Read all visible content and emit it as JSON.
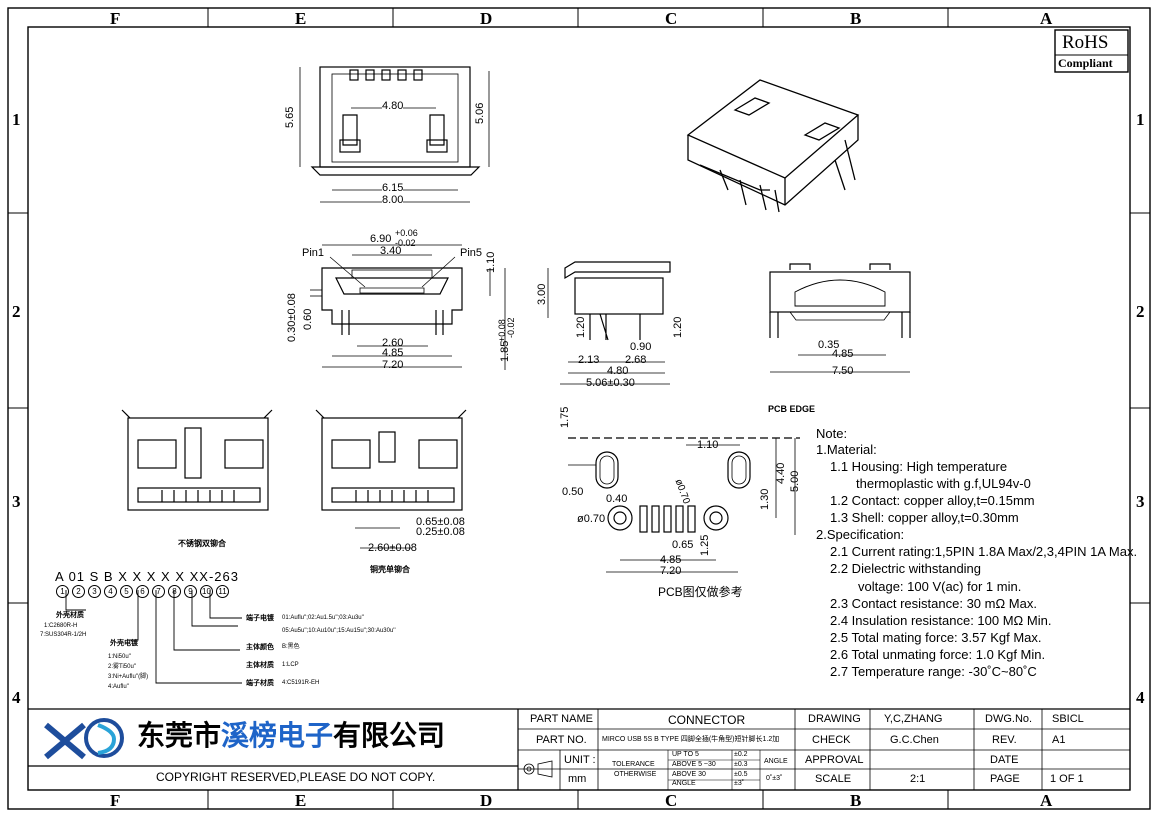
{
  "zones": {
    "columns": [
      "F",
      "E",
      "D",
      "C",
      "B",
      "A"
    ],
    "rows": [
      "1",
      "2",
      "3",
      "4"
    ]
  },
  "rohs": {
    "line1": "RoHS",
    "line2": "Compliant"
  },
  "dims_top_view": {
    "inner_width": "4.80",
    "width_615": "6.15",
    "width_800": "8.00",
    "height_565": "5.65",
    "height_506": "5.06"
  },
  "dims_front_view": {
    "width_690": "6.90",
    "tol_690_plus": "+0.06",
    "tol_690_minus": "-0.02",
    "width_340": "3.40",
    "pin1": "Pin1",
    "pin5": "Pin5",
    "height_110": "1.10",
    "thick_030": "0.30±0.08",
    "height_060": "0.60",
    "width_260": "2.60",
    "width_485": "4.85",
    "width_720": "7.20",
    "height_185": "1.85",
    "tol_185_plus": "+0.08",
    "tol_185_minus": "-0.02"
  },
  "dims_side_view": {
    "height_300": "3.00",
    "height_120a": "1.20",
    "height_120b": "1.20",
    "width_213": "2.13",
    "width_268": "2.68",
    "width_090": "0.90",
    "width_480": "4.80",
    "width_506": "5.06±0.30"
  },
  "dims_rear_view": {
    "width_035": "0.35",
    "width_485": "4.85",
    "width_750": "7.50"
  },
  "dims_bottom_view": {
    "pitch_065": "0.65±0.08",
    "pad_025": "0.25±0.08",
    "width_260": "2.60±0.08",
    "label_left": "不锈钢双铆合",
    "label_right": "铜壳单铆合"
  },
  "pcb_layout": {
    "edge": "PCB EDGE",
    "height_175": "1.75",
    "width_110": "1.10",
    "slot_050": "0.50",
    "pad_040": "0.40",
    "hole_070a": "ø0.70",
    "hole_070b": "ø0.70",
    "height_130": "1.30",
    "height_440": "4.40",
    "height_500": "5.00",
    "pitch_065": "0.65",
    "height_125": "1.25",
    "width_485": "4.85",
    "width_720": "7.20",
    "caption": "PCB图仅做参考"
  },
  "part_code": {
    "code": "A 01 S B X X X X X XX-263",
    "circles": [
      "1",
      "2",
      "3",
      "4",
      "5",
      "6",
      "7",
      "8",
      "9",
      "10",
      "11"
    ],
    "entries": [
      {
        "head": "外壳材质",
        "lines": [
          "1:C2680R-H",
          "7:SUS304R-1/2H"
        ]
      },
      {
        "head": "外壳电镀",
        "lines": [
          "1:Ni50u''",
          "2:雾Ti50u''",
          "3:Ni+Auflu''(脚)",
          "4:Auflu''"
        ]
      },
      {
        "head": "端子材质",
        "lines": [
          "4:C5191R-EH"
        ]
      },
      {
        "head": "主体材质",
        "lines": [
          "1:LCP"
        ]
      },
      {
        "head": "主体颜色",
        "lines": [
          "B:黑色"
        ]
      },
      {
        "head": "端子电镀",
        "lines": [
          "01:Auflu'';02:Au1.5u'';03:Au3u''",
          "05:Au5u'';10:Au10u'';15:Au15u'';30:Au30u''"
        ]
      }
    ]
  },
  "notes": {
    "title": "Note:",
    "lines": [
      "1.Material:",
      "1.1  Housing: High temperature",
      "thermoplastic with g.f,UL94v-0",
      "1.2  Contact: copper alloy,t=0.15mm",
      "1.3  Shell: copper alloy,t=0.30mm",
      "2.Specification:",
      "2.1  Current rating:1,5PIN 1.8A Max/2,3,4PIN 1A Max.",
      "2.2  Dielectric withstanding",
      "voltage: 100 V(ac) for 1 min.",
      "2.3  Contact resistance: 30 mΩ Max.",
      "2.4  Insulation resistance: 100 MΩ Min.",
      "2.5  Total mating force: 3.57 Kgf Max.",
      "2.6  Total unmating force: 1.0 Kgf Min.",
      "2.7  Temperature range: -30˚C~80˚C"
    ]
  },
  "company": {
    "name_black_1": "东莞市",
    "name_blue": "溪榜电子",
    "name_black_2": "有限公司",
    "copyright": "COPYRIGHT RESERVED,PLEASE DO NOT COPY."
  },
  "title_block": {
    "part_name_label": "PART NAME",
    "part_name": "CONNECTOR",
    "part_no_label": "PART NO.",
    "part_no": "MIRCO USB 5S B TYPE 四脚全插(牛角型)短针脚长1.2加",
    "unit_label": "UNIT :",
    "unit": "mm",
    "tolerance_label_1": "TOLERANCE",
    "tolerance_label_2": "OTHERWISE",
    "tol_r1": "UP TO 5",
    "tol_r1v": "±0.2",
    "tol_r2": "ABOVE 5 ~30",
    "tol_r2v": "±0.3",
    "tol_r3": "ABOVE 30",
    "tol_r3v": "±0.5",
    "tol_r4": "ANGLE",
    "tol_r4v": "±3˚",
    "angle_label": "ANGLE",
    "angle_value": "0˚±3˚",
    "scale_label": "SCALE",
    "scale": "2:1",
    "drawing_label": "DRAWING",
    "drawing": "Y,C,ZHANG",
    "check_label": "CHECK",
    "check": "G.C.Chen",
    "approval_label": "APPROVAL",
    "approval": "",
    "dwg_label": "DWG.No.",
    "dwg": "SBICL",
    "rev_label": "REV.",
    "rev": "A1",
    "date_label": "DATE",
    "date": "",
    "page_label": "PAGE",
    "page": "1  OF  1"
  }
}
